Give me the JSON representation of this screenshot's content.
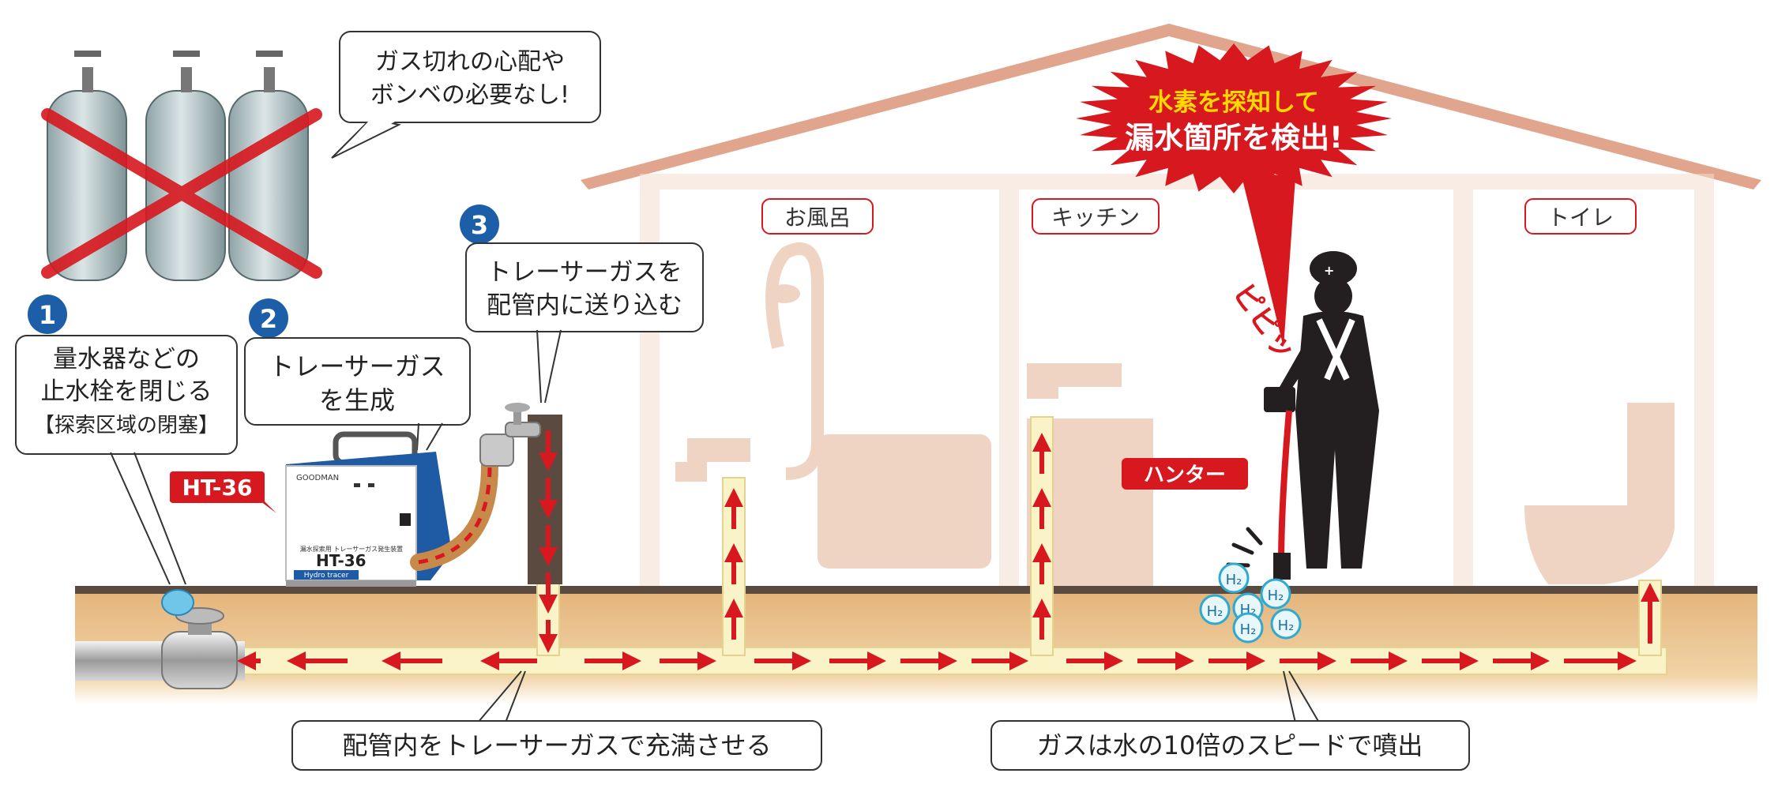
{
  "steps": [
    {
      "number": "1",
      "lines": [
        "量水器などの",
        "止水栓を閉じる"
      ],
      "sub": "【探索区域の閉塞】"
    },
    {
      "number": "2",
      "lines": [
        "トレーサーガス",
        "を生成"
      ]
    },
    {
      "number": "3",
      "lines": [
        "トレーサーガスを",
        "配管内に送り込む"
      ]
    }
  ],
  "cylinder_note": {
    "lines": [
      "ガス切れの心配や",
      "ボンベの必要なし!"
    ]
  },
  "alert": {
    "lines": [
      "水素を探知して",
      "漏水箇所を検出!"
    ]
  },
  "beep": "ピピッ",
  "rooms": [
    "お風呂",
    "キッチン",
    "トイレ"
  ],
  "device": {
    "tag": "HT-36",
    "brand": "GOODMAN",
    "panel_caption": "漏水探索用 トレーサーガス発生装置",
    "model": "HT-36",
    "subtitle": "Hydro tracer"
  },
  "hunter_label": "ハンター",
  "h2_label": "H₂",
  "bottom_notes": [
    "配管内をトレーサーガスで充満させる",
    "ガスは水の10倍のスピードで噴出"
  ],
  "colors": {
    "accent": "#d7181f",
    "step_blue": "#1c5fa8",
    "house": "#e8b9a0",
    "soil": "#e9c08a",
    "pipe_fill": "#fbf3c8",
    "device_blue": "#1f5aa5"
  }
}
